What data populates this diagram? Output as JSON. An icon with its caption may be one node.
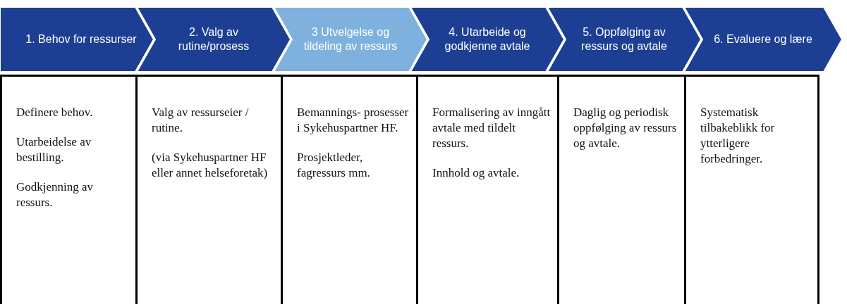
{
  "diagram": {
    "nodes": [
      {
        "text": [
          "1. Behov for ressurser"
        ]
      },
      {
        "text": [
          "2. Valg av rutine/prosess"
        ]
      },
      {
        "text": [
          "3 Utvelgelse og tildeling av ressurs"
        ]
      },
      {
        "text": [
          "4. Utarbeide og godkjenne avtale"
        ]
      },
      {
        "text": [
          "5. Oppfølging av ressurs og avtale"
        ]
      },
      {
        "text": [
          "6. Evaluere og lære"
        ]
      },
      {
        "text": [
          "Definere behov.",
          "Utarbeidelse av bestilling.",
          "Godkjenning av ressurs."
        ]
      },
      {
        "text": [
          "Valg av ressurseier / rutine.",
          "(via Sykehuspartner HF eller annet helseforetak)"
        ]
      },
      {
        "text": [
          "Bemannings- prosesser i Sykehuspartner HF.",
          "Prosjektleder, fagressurs mm."
        ]
      },
      {
        "text": [
          "Formalisering av inngått avtale med tildelt ressurs.",
          "Innhold og avtale."
        ]
      },
      {
        "text": [
          "Daglig og periodisk oppfølging av ressurs og avtale."
        ]
      },
      {
        "text": [
          "Systematisk tilbakeblikk for ytterligere forbedringer."
        ]
      }
    ],
    "edges": []
  }
}
